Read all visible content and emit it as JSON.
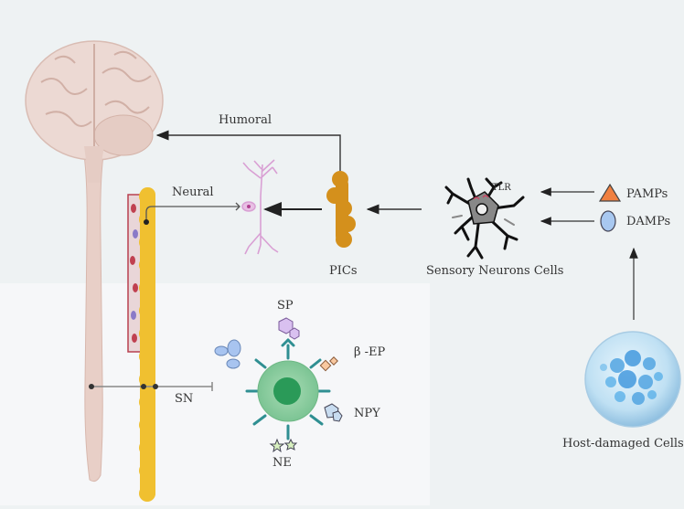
{
  "labels": {
    "humoral": "Humoral",
    "neural": "Neural",
    "pics": "PICs",
    "sensory_neurons": "Sensory Neurons Cells",
    "tlr": "TLR",
    "pamps": "PAMPs",
    "damps": "DAMPs",
    "host_damaged": "Host-damaged Cells",
    "sp": "SP",
    "beta_ep": "β -EP",
    "npy": "NPY",
    "ne": "NE",
    "sn": "SN"
  },
  "colors": {
    "background_top": "#eef2f3",
    "background_bottom": "#f5f6f8",
    "brain": "#ecd9d3",
    "spinal_cord": "#e8cfc7",
    "sympathetic_chain": "#f0c030",
    "pics_chain": "#d4901c",
    "neuron_cell": "#d9a0d4",
    "immune_cell_outer": "#8fd0a0",
    "immune_cell_inner": "#2a9a58",
    "receptor": "#2f8f92",
    "pamps_triangle": "#f08040",
    "damps_oval": "#a8c8f0",
    "vessel": "#c04050",
    "arrow": "#333333"
  },
  "icons": [
    "brain-icon",
    "neuron-icon",
    "sensory-neuron-icon",
    "immune-cell-icon",
    "host-cell-icon"
  ]
}
